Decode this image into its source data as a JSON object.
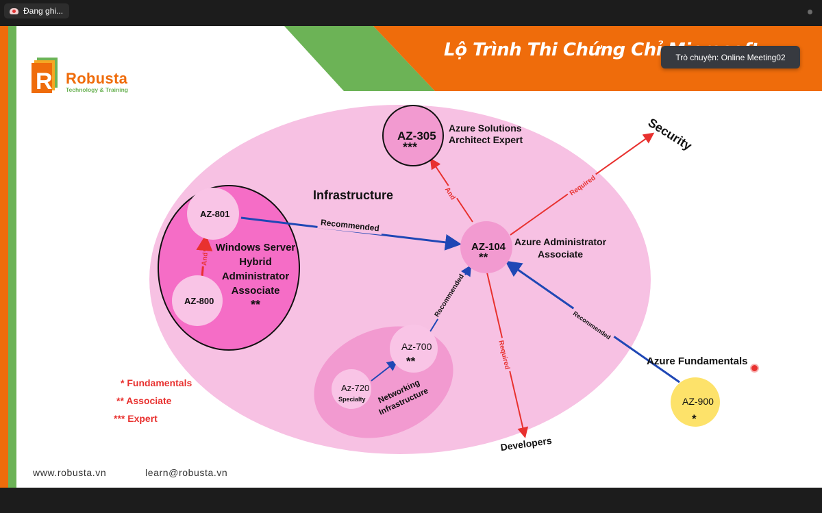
{
  "window": {
    "recording_label": "Đang ghi...",
    "chat_tooltip": "Trò chuyện: Online Meeting02"
  },
  "slide": {
    "title": "Lộ Trình Thi Chứng Chỉ Microsoft",
    "logo": {
      "name": "Robusta",
      "tagline": "Technology & Training"
    },
    "colors": {
      "orange": "#ef6c0b",
      "green": "#6cb356",
      "pink_bg": "#f7c1e3",
      "hot_pink": "#f56dc6",
      "arrow_red": "#e8312f",
      "arrow_blue": "#1f47b5",
      "yellow": "#fde26a"
    },
    "regions": {
      "infrastructure": "Infrastructure"
    },
    "nodes": {
      "az305": {
        "code": "AZ-305",
        "level": "***",
        "title_line1": "Azure Solutions",
        "title_line2": "Architect Expert"
      },
      "az104": {
        "code": "AZ-104",
        "level": "**",
        "title_line1": "Azure Administrator",
        "title_line2": "Associate"
      },
      "az801": {
        "code": "AZ-801"
      },
      "az800": {
        "code": "AZ-800"
      },
      "windows_server": {
        "line1": "Windows Server",
        "line2": "Hybrid",
        "line3": "Administrator",
        "line4": "Associate",
        "level": "**"
      },
      "az700": {
        "code": "Az-700",
        "level": "**"
      },
      "az720": {
        "code": "Az-720",
        "sub": "Specialty"
      },
      "networking": {
        "line1": "Networking",
        "line2": "Infrastructure"
      },
      "az900": {
        "code": "AZ-900",
        "level": "*",
        "title": "Azure Fundamentals"
      }
    },
    "destinations": {
      "security": "Security",
      "developers": "Developers"
    },
    "edges": {
      "az801_to_az104": "Recommended",
      "az800_to_az801": "And",
      "az104_to_az305": "And",
      "az104_to_security": "Required",
      "az104_to_developers": "Required",
      "az700_to_az104": "Recommended",
      "az900_to_az104": "Recommended"
    },
    "legend": [
      "*  Fundamentals",
      "** Associate",
      "*** Expert"
    ],
    "footer": {
      "website": "www.robusta.vn",
      "email": "learn@robusta.vn"
    }
  }
}
